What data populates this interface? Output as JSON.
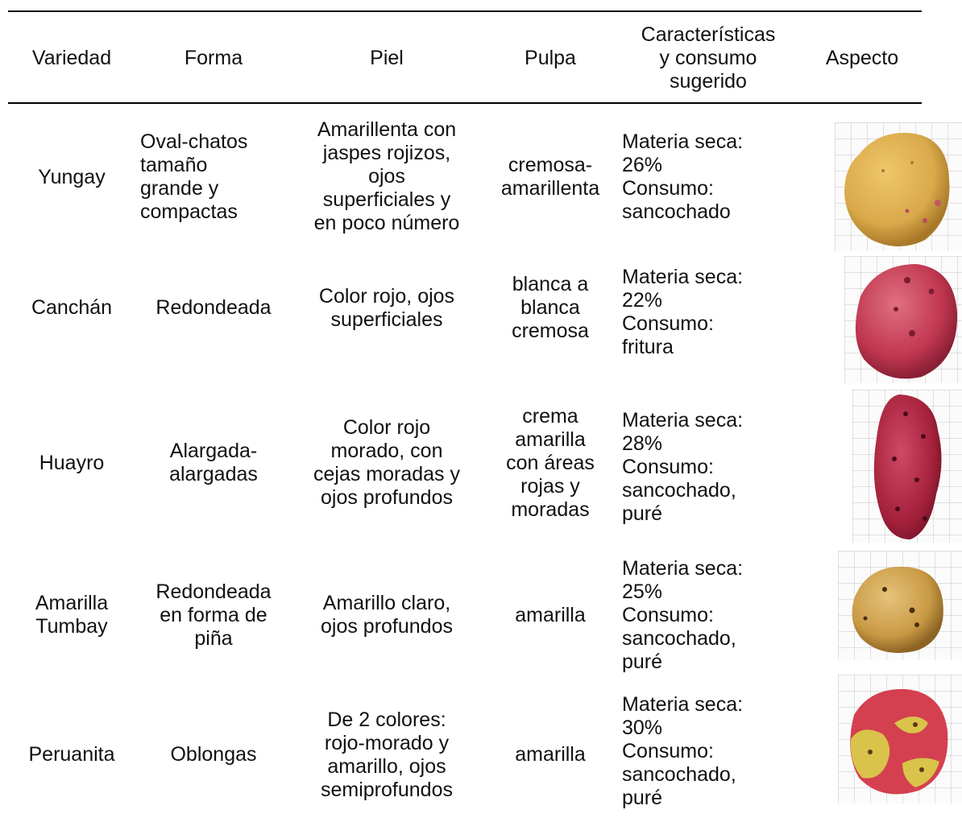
{
  "table": {
    "headers": {
      "variedad": "Variedad",
      "forma": "Forma",
      "piel": "Piel",
      "pulpa": "Pulpa",
      "caracteristicas": "Características\ny consumo\nsugerido",
      "aspecto": "Aspecto"
    },
    "rows": [
      {
        "variedad": "Yungay",
        "forma": "Oval-chatos\ntamaño\ngrande y\ncompactas",
        "piel": "Amarillenta con\njaspes rojizos,\nojos\nsuperficiales y\nen poco número",
        "pulpa": "cremosa-\namarillenta",
        "caracteristicas": "Materia seca:\n26%\nConsumo:\nsancochado",
        "aspecto_icon": "potato-photo-yungay"
      },
      {
        "variedad": "Canchán",
        "forma": "Redondeada",
        "piel": "Color rojo, ojos\nsuperficiales",
        "pulpa": "blanca a\nblanca\ncremosa",
        "caracteristicas": "Materia seca:\n22%\nConsumo:\nfritura",
        "aspecto_icon": "potato-photo-canchan"
      },
      {
        "variedad": "Huayro",
        "forma": "Alargada-\nalargadas",
        "piel": "Color rojo\nmorado, con\ncejas moradas y\nojos profundos",
        "pulpa": "crema\namarilla\ncon áreas\nrojas y\nmoradas",
        "caracteristicas": "Materia seca:\n28%\nConsumo:\nsancochado,\npuré",
        "aspecto_icon": "potato-photo-huayro"
      },
      {
        "variedad": "Amarilla\nTumbay",
        "forma": "Redondeada\nen forma de\npiña",
        "piel": "Amarillo claro,\nojos profundos",
        "pulpa": "amarilla",
        "caracteristicas": "Materia seca:\n25%\nConsumo:\nsancochado,\npuré",
        "aspecto_icon": "potato-photo-amarilla-tumbay"
      },
      {
        "variedad": "Peruanita",
        "forma": "Oblongas",
        "piel": "De 2 colores:\nrojo-morado y\namarillo, ojos\nsemiprofundos",
        "pulpa": "amarilla",
        "caracteristicas": "Materia seca:\n30%\nConsumo:\nsancochado,\npuré",
        "aspecto_icon": "potato-photo-peruanita"
      }
    ]
  },
  "colors": {
    "yungay": "#d9a94a",
    "canchan": "#c0374f",
    "huayro": "#a3203a",
    "amarilla_tumbay": "#c99a45",
    "peruanita_red": "#d4404f",
    "peruanita_yellow": "#d9c34a",
    "grid_line": "#bfbfbf"
  }
}
